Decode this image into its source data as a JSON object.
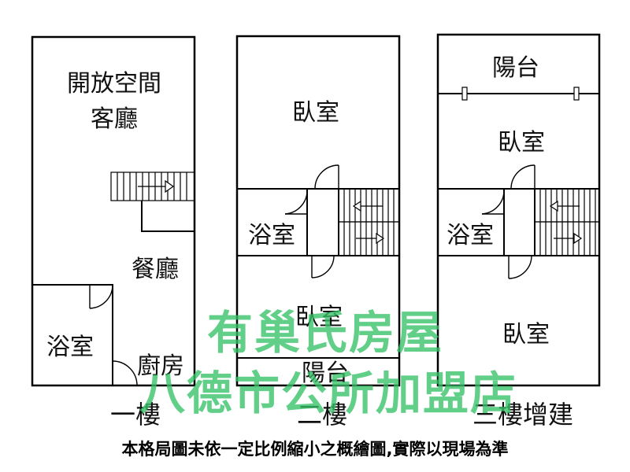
{
  "floors": [
    {
      "name": "一樓",
      "rooms": [
        "開放空間",
        "客廳",
        "餐廳",
        "浴室",
        "廚房"
      ]
    },
    {
      "name": "二樓",
      "rooms": [
        "臥室",
        "浴室",
        "臥室",
        "陽台"
      ]
    },
    {
      "name": "三樓增建",
      "rooms": [
        "陽台",
        "臥室",
        "浴室",
        "臥室"
      ]
    }
  ],
  "watermark": {
    "line1": "有巢氏房屋",
    "line2": "八德市公所加盟店",
    "color": "#34c266"
  },
  "disclaimer": "本格局圖未依一定比例縮小之概繪圖,實際以現場為準"
}
